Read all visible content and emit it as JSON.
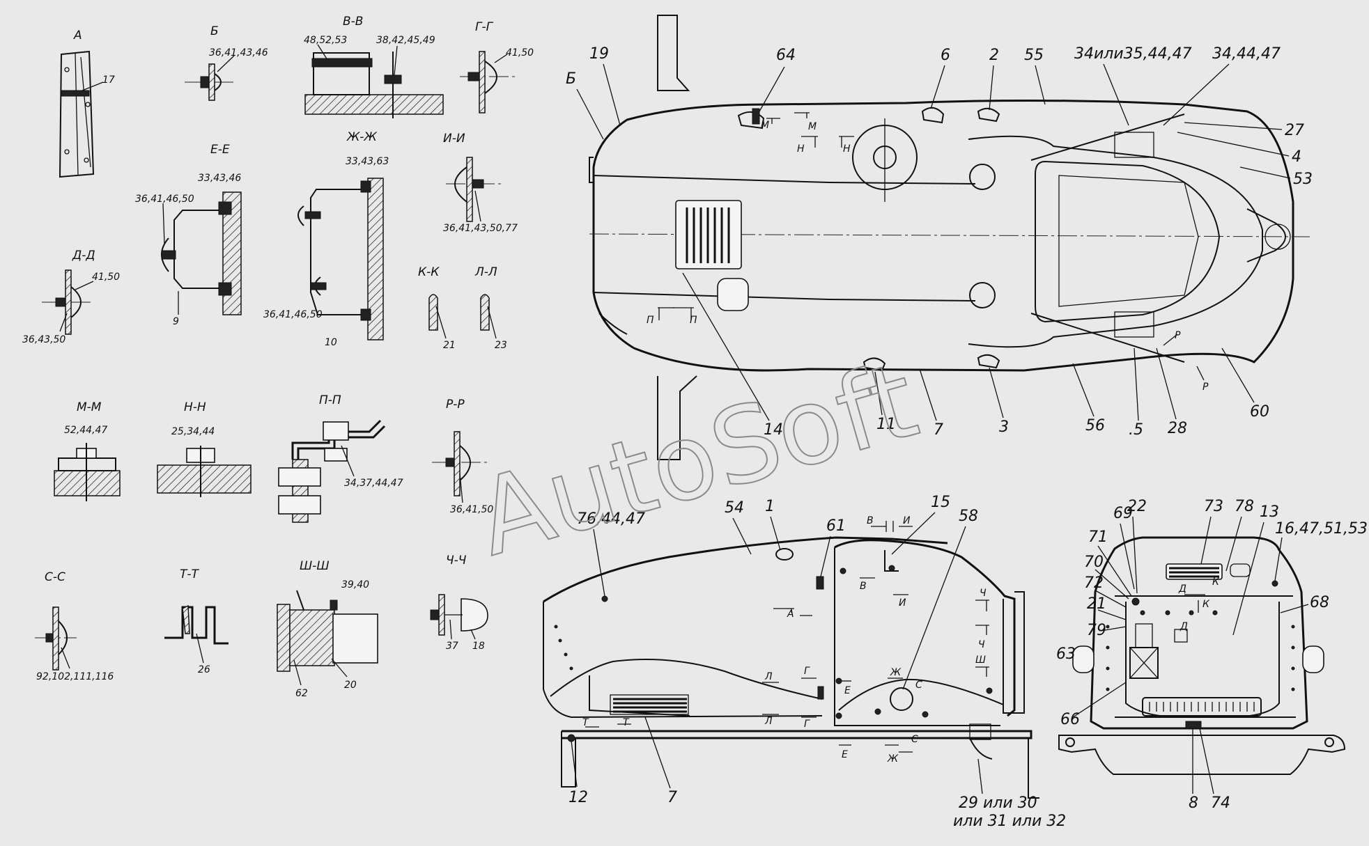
{
  "watermark": "AutoSoft",
  "section_labels": {
    "A": "А",
    "B": "Б",
    "VV": "В-В",
    "GG": "Г-Г",
    "DD": "Д-Д",
    "EE": "Е-Е",
    "ZhZh": "Ж-Ж",
    "II": "И-И",
    "KK": "К-К",
    "LL": "Л-Л",
    "MM": "М-М",
    "NN": "Н-Н",
    "PP": "П-П",
    "RR": "Р-Р",
    "SS": "С-С",
    "TT": "Т-Т",
    "ShSh": "Ш-Ш",
    "ChCh": "Ч-Ч"
  },
  "detail_refs": {
    "a_17": "17",
    "b_ref": "36,41,43,46",
    "vv_left": "48,52,53",
    "vv_right": "38,42,45,49",
    "gg_ref": "41,50",
    "dd_top": "41,50",
    "dd_bottom": "36,43,50",
    "ee_top": "33,43,46",
    "ee_left": "36,41,46,50",
    "ee_9": "9",
    "zhzh_top": "33,43,63",
    "zhzh_left": "36,41,46,50",
    "zhzh_10": "10",
    "ii_ref": "36,41,43,50,77",
    "kk_21": "21",
    "ll_23": "23",
    "mm_ref": "52,44,47",
    "nn_ref": "25,34,44",
    "pp_ref": "34,37,44,47",
    "rr_ref": "36,41,50",
    "ss_ref": "92,102,111,116",
    "tt_26": "26",
    "shsh_top": "39,40",
    "shsh_62": "62",
    "shsh_20": "20",
    "chch_37": "37",
    "chch_18": "18"
  },
  "top_view": {
    "letter_B": "Б",
    "n19": "19",
    "n64": "64",
    "n6": "6",
    "n2": "2",
    "n55": "55",
    "n34_or": "34или35,44,47",
    "n34": "34,44,47",
    "n27": "27",
    "n4": "4",
    "n53": "53",
    "n14": "14",
    "n11": "11",
    "n7": "7",
    "n3": "3",
    "n56": "56",
    "n5": ".5",
    "n28": "28",
    "n60": "60",
    "cut_M": "М",
    "cut_N": "Н",
    "cut_P": "П",
    "cut_R": "Р"
  },
  "side_view": {
    "n76": "76,44,47",
    "n54": "54",
    "n1": "1",
    "n61": "61",
    "n15": "15",
    "n58": "58",
    "n12": "12",
    "n7": "7",
    "n29": "29 или 30",
    "n29b": "или 31 или 32",
    "cut_V": "В",
    "cut_I": "И",
    "cut_A": "А",
    "cut_Ch": "Ч",
    "cut_Sh": "Ш",
    "cut_L": "Л",
    "cut_G": "Г",
    "cut_E": "Е",
    "cut_Zh": "Ж",
    "cut_S": "С",
    "cut_T": "Т"
  },
  "front_view": {
    "n69": "69",
    "n22": "22",
    "n73": "73",
    "n78": "78",
    "n13": "13",
    "n16": "16,47,51,53",
    "n71": "71",
    "n70": "70",
    "n72": "72",
    "n21": "21",
    "n79": "79",
    "n68": "68",
    "n63": "63",
    "n66": "66",
    "n8": "8",
    "n74": "74",
    "cut_D": "Д",
    "cut_K": "К"
  }
}
